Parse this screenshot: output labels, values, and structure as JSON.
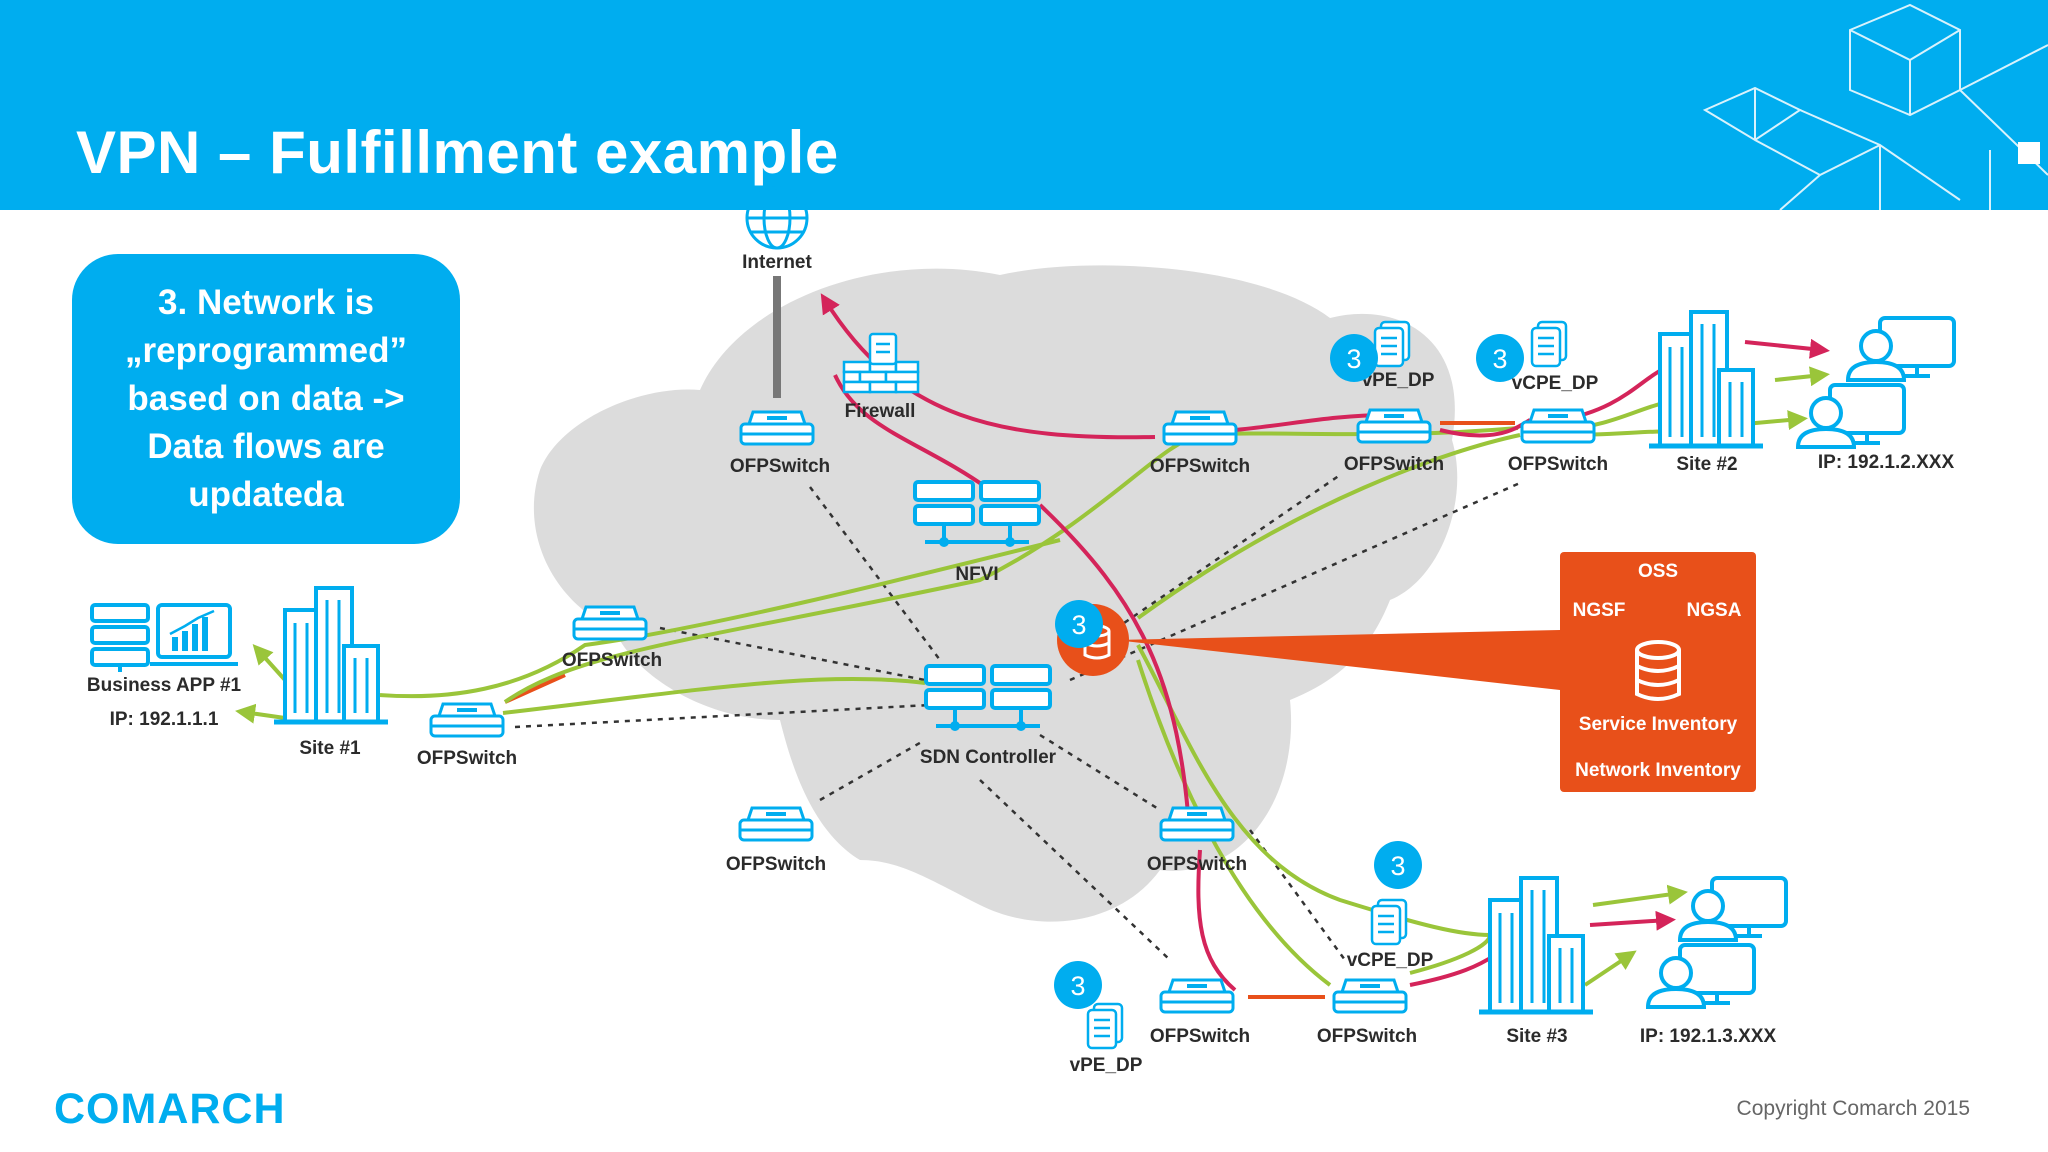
{
  "slide": {
    "title": "VPN – Fulfillment example",
    "callout": "3. Network is\n„reprogrammed”\nbased on data ->\nData flows are\nupdateda",
    "logo": "COMARCH",
    "copyright": "Copyright Comarch 2015"
  },
  "colors": {
    "brand_blue": "#00adef",
    "oss_orange": "#e8501a",
    "flow_red": "#d4245a",
    "flow_green": "#9ac53a",
    "cloud_grey": "#dcdcdc"
  },
  "labels": {
    "internet": "Internet",
    "firewall": "Firewall",
    "nfvi": "NFVI",
    "sdn_controller": "SDN Controller",
    "ofpswitch": "OFPSwitch",
    "vpe_dp": "vPE_DP",
    "vcpe_dp": "vCPE_DP",
    "site1": "Site #1",
    "site2": "Site #2",
    "site3": "Site #3",
    "business_app": "Business APP #1",
    "ip1": "IP: 192.1.1.1",
    "ip2": "IP: 192.1.2.XXX",
    "ip3": "IP: 192.1.3.XXX"
  },
  "oss": {
    "title": "OSS",
    "ngsf": "NGSF",
    "ngsa": "NGSA",
    "service_inventory": "Service Inventory",
    "network_inventory": "Network Inventory"
  },
  "badges": {
    "step": "3"
  },
  "icons": [
    "globe-icon",
    "firewall-icon",
    "switch-icon",
    "server-rack-icon",
    "database-icon",
    "document-icon",
    "building-icon",
    "user-workstation-icon",
    "server-app-icon"
  ]
}
